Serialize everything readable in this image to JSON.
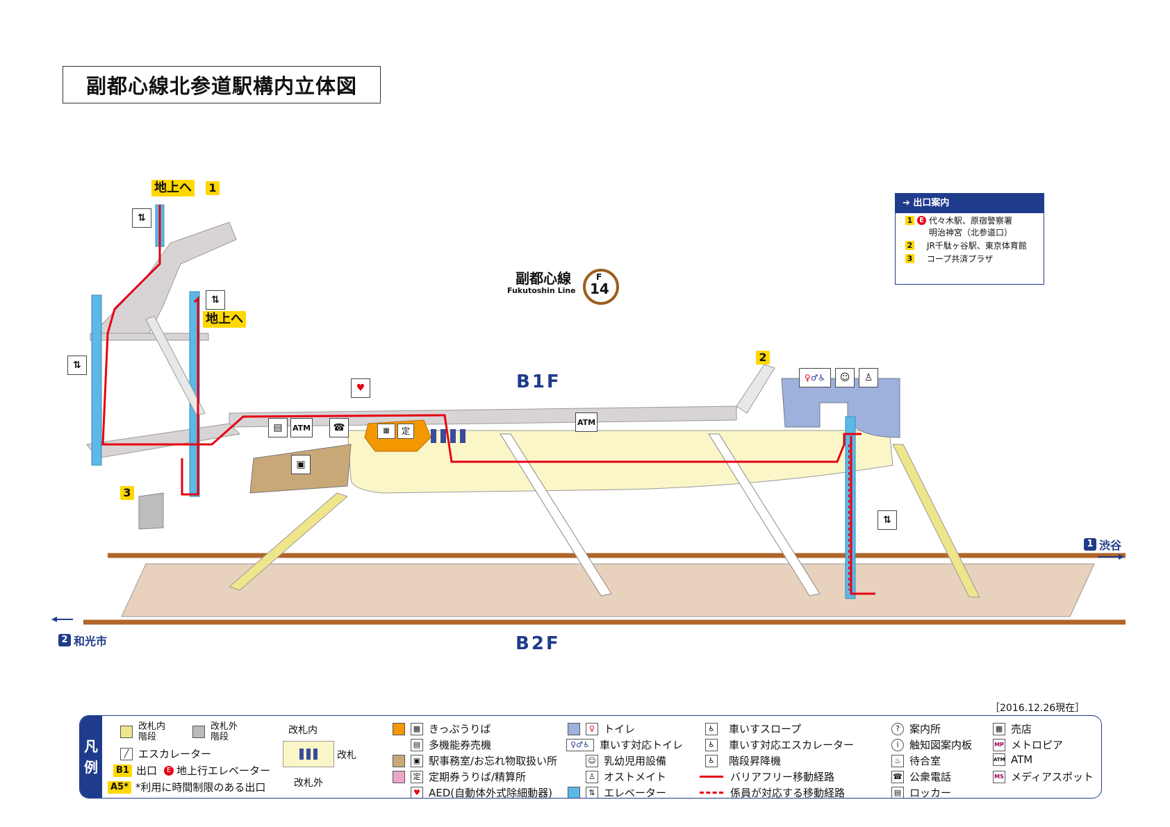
{
  "title": "副都心線北参道駅構内立体図",
  "line": {
    "name_ja": "副都心線",
    "name_en": "Fukutoshin Line",
    "code_letter": "F",
    "code_num": "14",
    "color": "#9c5e1f"
  },
  "floors": {
    "b1": "B1F",
    "b2": "B2F"
  },
  "labels": {
    "to_ground_1": "地上へ",
    "to_ground_2": "地上へ",
    "atm": "ATM"
  },
  "exits": {
    "e1": "1",
    "e2": "2",
    "e3": "3"
  },
  "directions": {
    "east": {
      "num": "1",
      "name": "渋谷"
    },
    "west": {
      "num": "2",
      "name": "和光市"
    }
  },
  "exit_guide": {
    "header": "出口案内",
    "rows": [
      {
        "num": "1",
        "elev": "E",
        "text": "代々木駅、原宿警察署"
      },
      {
        "num": "",
        "elev": "",
        "text": "明治神宮（北参道口）"
      },
      {
        "num": "2",
        "elev": "",
        "text": "JR千駄ヶ谷駅、東京体育館"
      },
      {
        "num": "3",
        "elev": "",
        "text": "コープ共済プラザ"
      }
    ]
  },
  "date": "［2016.12.26現在］",
  "legend": {
    "side": [
      "凡",
      "例"
    ],
    "stairs_in": "改札内\n階段",
    "stairs_out": "改札外\n階段",
    "escalator": "エスカレーター",
    "exit_code": "B1",
    "exit_label": "出口",
    "elev_label": "地上行エレベーター",
    "limited_code": "A5*",
    "limited_label": "*利用に時間制限のある出口",
    "gate_in": "改札内",
    "gate": "改札",
    "gate_out": "改札外",
    "col3": [
      "きっぷうりば",
      "多機能券売機",
      "駅事務室/お忘れ物取扱い所",
      "定期券うりば/精算所",
      "AED(自動体外式除細動器)"
    ],
    "col4": [
      "トイレ",
      "車いす対応トイレ",
      "乳幼児用設備",
      "オストメイト",
      "エレベーター"
    ],
    "col5": [
      "車いすスロープ",
      "車いす対応エスカレーター",
      "階段昇降機",
      "バリアフリー移動経路",
      "係員が対応する移動経路"
    ],
    "col6": [
      "案内所",
      "触知図案内板",
      "待合室",
      "公衆電話",
      "ロッカー"
    ],
    "col7": [
      "売店",
      "メトロピア",
      "ATM",
      "メディアスポット"
    ]
  },
  "colors": {
    "navy": "#1f3c8c",
    "yellow": "#ffd700",
    "red": "#e60012",
    "concourse": "#fbf6c8",
    "platform": "#e8d2be",
    "track": "#b0662a",
    "elevator": "#5cb8e6"
  }
}
